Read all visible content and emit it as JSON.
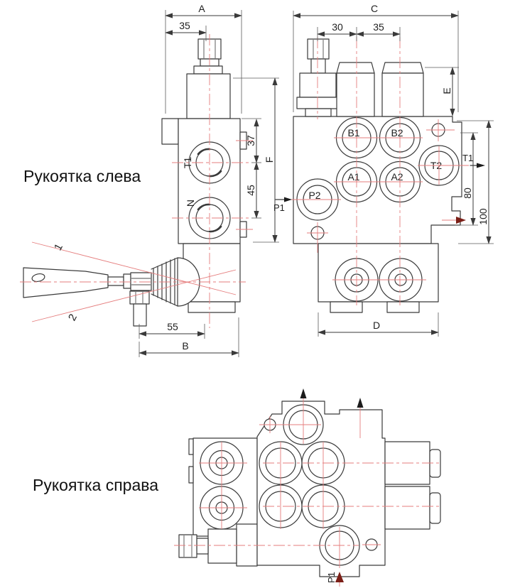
{
  "titles": {
    "left_view": "Рукоятка слева",
    "bottom_view": "Рукоятка справа"
  },
  "side_view": {
    "dim_a": "A",
    "dim_35": "35",
    "dim_37": "37",
    "dim_f": "F",
    "dim_45": "45",
    "dim_55": "55",
    "dim_b": "B",
    "port_t1": "T1",
    "port_n": "N",
    "handle_pos_1": "1",
    "handle_pos_2": "2"
  },
  "front_view": {
    "dim_c": "C",
    "dim_30": "30",
    "dim_35": "35",
    "dim_e": "E",
    "dim_80": "80",
    "dim_100": "100",
    "dim_d": "D",
    "port_b1": "B1",
    "port_b2": "B2",
    "port_a1": "A1",
    "port_a2": "A2",
    "port_p2": "P2",
    "port_t2": "T2",
    "label_t1": "T1",
    "label_p1": "P1"
  },
  "bottom_view": {
    "label_p1": "P1"
  },
  "colors": {
    "line": "#3a3a3a",
    "centerline": "#e57d7d",
    "flow_arrow_dark": "#7b1f17",
    "background": "#ffffff",
    "text": "#1f1f1f"
  }
}
